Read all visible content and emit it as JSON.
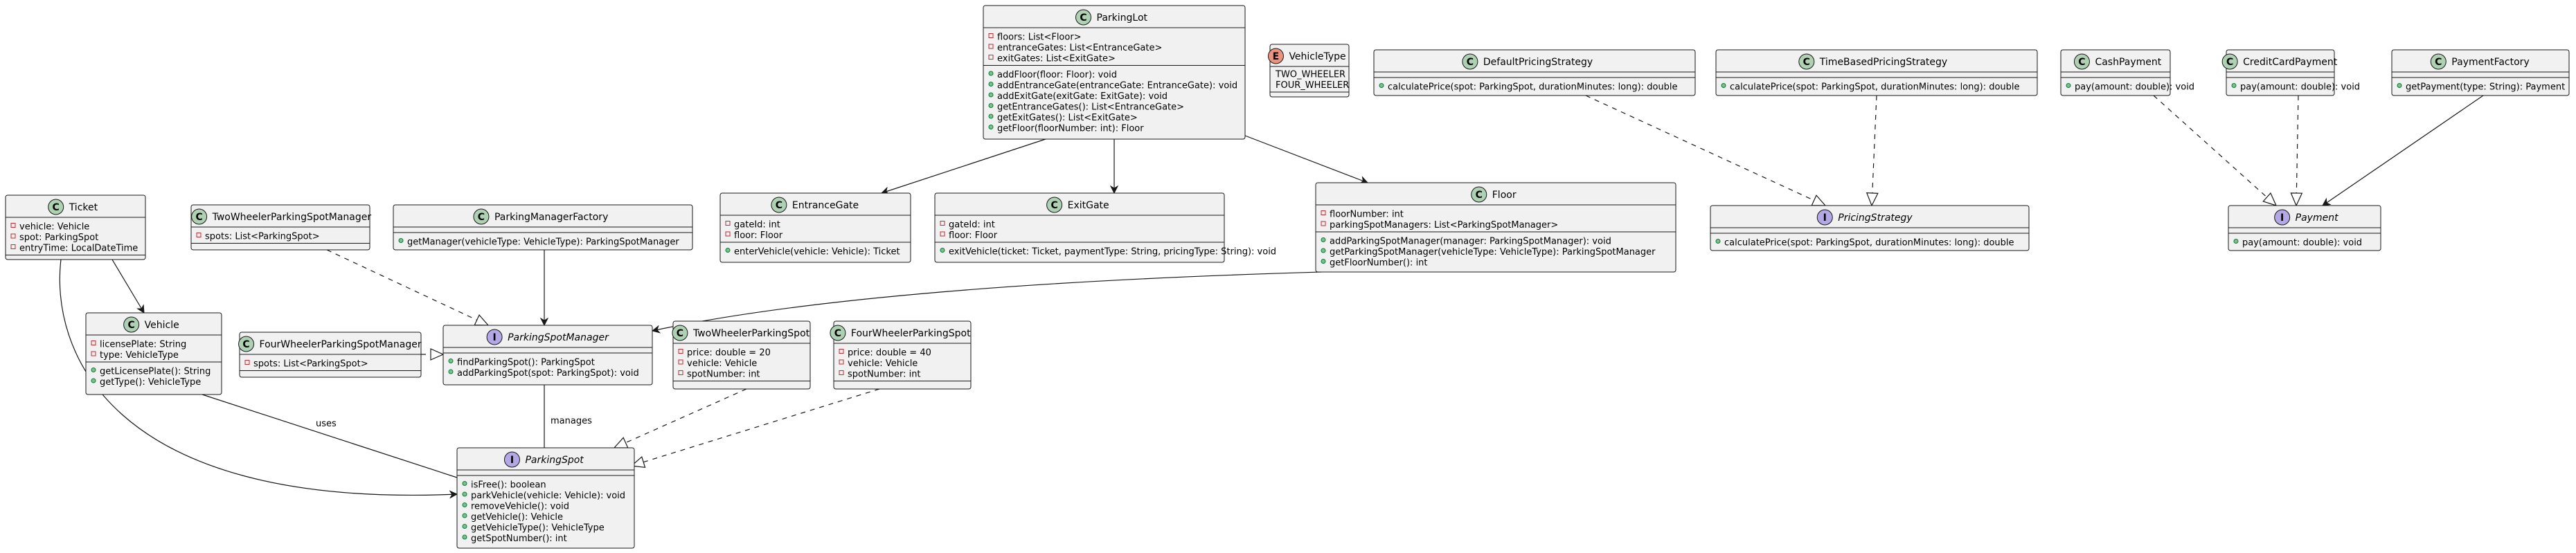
{
  "diagram": {
    "classes": [
      {
        "id": "parking-lot",
        "kind": "class",
        "name": "ParkingLot",
        "attributes": [
          "floors: List<Floor>",
          "entranceGates: List<EntranceGate>",
          "exitGates: List<ExitGate>"
        ],
        "methods": [
          "addFloor(floor: Floor): void",
          "addEntranceGate(entranceGate: EntranceGate): void",
          "addExitGate(exitGate: ExitGate): void",
          "getEntranceGates(): List<EntranceGate>",
          "getExitGates(): List<ExitGate>",
          "getFloor(floorNumber: int): Floor"
        ]
      },
      {
        "id": "vehicle-type",
        "kind": "enum",
        "name": "VehicleType",
        "attributes": [],
        "values": [
          "TWO_WHEELER",
          "FOUR_WHEELER"
        ],
        "methods": []
      },
      {
        "id": "default-pricing-strategy",
        "kind": "class",
        "name": "DefaultPricingStrategy",
        "attributes": [],
        "methods": [
          "calculatePrice(spot: ParkingSpot, durationMinutes: long): double"
        ]
      },
      {
        "id": "time-based-pricing-strategy",
        "kind": "class",
        "name": "TimeBasedPricingStrategy",
        "attributes": [],
        "methods": [
          "calculatePrice(spot: ParkingSpot, durationMinutes: long): double"
        ]
      },
      {
        "id": "cash-payment",
        "kind": "class",
        "name": "CashPayment",
        "attributes": [],
        "methods": [
          "pay(amount: double): void"
        ]
      },
      {
        "id": "credit-card-payment",
        "kind": "class",
        "name": "CreditCardPayment",
        "attributes": [],
        "methods": [
          "pay(amount: double): void"
        ]
      },
      {
        "id": "payment-factory",
        "kind": "class",
        "name": "PaymentFactory",
        "attributes": [],
        "methods": [
          "getPayment(type: String): Payment"
        ]
      },
      {
        "id": "ticket",
        "kind": "class",
        "name": "Ticket",
        "attributes": [
          "vehicle: Vehicle",
          "spot: ParkingSpot",
          "entryTime: LocalDateTime"
        ],
        "methods": []
      },
      {
        "id": "two-wheeler-parking-spot-manager",
        "kind": "class",
        "name": "TwoWheelerParkingSpotManager",
        "attributes": [
          "spots: List<ParkingSpot>"
        ],
        "methods": []
      },
      {
        "id": "parking-manager-factory",
        "kind": "class",
        "name": "ParkingManagerFactory",
        "attributes": [],
        "methods": [
          "getManager(vehicleType: VehicleType): ParkingSpotManager"
        ]
      },
      {
        "id": "entrance-gate",
        "kind": "class",
        "name": "EntranceGate",
        "attributes": [
          "gateId: int",
          "floor: Floor"
        ],
        "methods": [
          "enterVehicle(vehicle: Vehicle): Ticket"
        ]
      },
      {
        "id": "exit-gate",
        "kind": "class",
        "name": "ExitGate",
        "attributes": [
          "gateId: int",
          "floor: Floor"
        ],
        "methods": [
          "exitVehicle(ticket: Ticket, paymentType: String, pricingType: String): void"
        ]
      },
      {
        "id": "floor",
        "kind": "class",
        "name": "Floor",
        "attributes": [
          "floorNumber: int",
          "parkingSpotManagers: List<ParkingSpotManager>"
        ],
        "methods": [
          "addParkingSpotManager(manager: ParkingSpotManager): void",
          "getParkingSpotManager(vehicleType: VehicleType): ParkingSpotManager",
          "getFloorNumber(): int"
        ]
      },
      {
        "id": "pricing-strategy",
        "kind": "interface",
        "name": "PricingStrategy",
        "attributes": [],
        "methods": [
          "calculatePrice(spot: ParkingSpot, durationMinutes: long): double"
        ]
      },
      {
        "id": "payment",
        "kind": "interface",
        "name": "Payment",
        "attributes": [],
        "methods": [
          "pay(amount: double): void"
        ]
      },
      {
        "id": "vehicle",
        "kind": "class",
        "name": "Vehicle",
        "attributes": [
          "licensePlate: String",
          "type: VehicleType"
        ],
        "methods": [
          "getLicensePlate(): String",
          "getType(): VehicleType"
        ]
      },
      {
        "id": "four-wheeler-parking-spot-manager",
        "kind": "class",
        "name": "FourWheelerParkingSpotManager",
        "attributes": [
          "spots: List<ParkingSpot>"
        ],
        "methods": []
      },
      {
        "id": "parking-spot-manager",
        "kind": "interface",
        "name": "ParkingSpotManager",
        "attributes": [],
        "methods": [
          "findParkingSpot(): ParkingSpot",
          "addParkingSpot(spot: ParkingSpot): void"
        ]
      },
      {
        "id": "two-wheeler-parking-spot",
        "kind": "class",
        "name": "TwoWheelerParkingSpot",
        "attributes": [
          "price: double = 20",
          "vehicle: Vehicle",
          "spotNumber: int"
        ],
        "methods": []
      },
      {
        "id": "four-wheeler-parking-spot",
        "kind": "class",
        "name": "FourWheelerParkingSpot",
        "attributes": [
          "price: double = 40",
          "vehicle: Vehicle",
          "spotNumber: int"
        ],
        "methods": []
      },
      {
        "id": "parking-spot",
        "kind": "interface",
        "name": "ParkingSpot",
        "attributes": [],
        "methods": [
          "isFree(): boolean",
          "parkVehicle(vehicle: Vehicle): void",
          "removeVehicle(): void",
          "getVehicle(): Vehicle",
          "getVehicleType(): VehicleType",
          "getSpotNumber(): int"
        ]
      }
    ],
    "relations": [
      {
        "from": "parking-lot",
        "to": "entrance-gate",
        "type": "association",
        "label": ""
      },
      {
        "from": "parking-lot",
        "to": "exit-gate",
        "type": "association",
        "label": ""
      },
      {
        "from": "parking-lot",
        "to": "floor",
        "type": "association",
        "label": ""
      },
      {
        "from": "default-pricing-strategy",
        "to": "pricing-strategy",
        "type": "realization",
        "label": ""
      },
      {
        "from": "time-based-pricing-strategy",
        "to": "pricing-strategy",
        "type": "realization",
        "label": ""
      },
      {
        "from": "cash-payment",
        "to": "payment",
        "type": "realization",
        "label": ""
      },
      {
        "from": "credit-card-payment",
        "to": "payment",
        "type": "realization",
        "label": ""
      },
      {
        "from": "payment-factory",
        "to": "payment",
        "type": "association",
        "label": ""
      },
      {
        "from": "ticket",
        "to": "vehicle",
        "type": "association",
        "label": ""
      },
      {
        "from": "ticket",
        "to": "parking-spot",
        "type": "association",
        "label": ""
      },
      {
        "from": "two-wheeler-parking-spot-manager",
        "to": "parking-spot-manager",
        "type": "realization",
        "label": ""
      },
      {
        "from": "four-wheeler-parking-spot-manager",
        "to": "parking-spot-manager",
        "type": "realization",
        "label": ""
      },
      {
        "from": "parking-manager-factory",
        "to": "parking-spot-manager",
        "type": "association",
        "label": ""
      },
      {
        "from": "floor",
        "to": "parking-spot-manager",
        "type": "association",
        "label": ""
      },
      {
        "from": "parking-spot-manager",
        "to": "parking-spot",
        "type": "link",
        "label": "manages"
      },
      {
        "from": "vehicle",
        "to": "parking-spot",
        "type": "link",
        "label": "uses"
      },
      {
        "from": "two-wheeler-parking-spot",
        "to": "parking-spot",
        "type": "realization",
        "label": ""
      },
      {
        "from": "four-wheeler-parking-spot",
        "to": "parking-spot",
        "type": "realization",
        "label": ""
      }
    ]
  }
}
